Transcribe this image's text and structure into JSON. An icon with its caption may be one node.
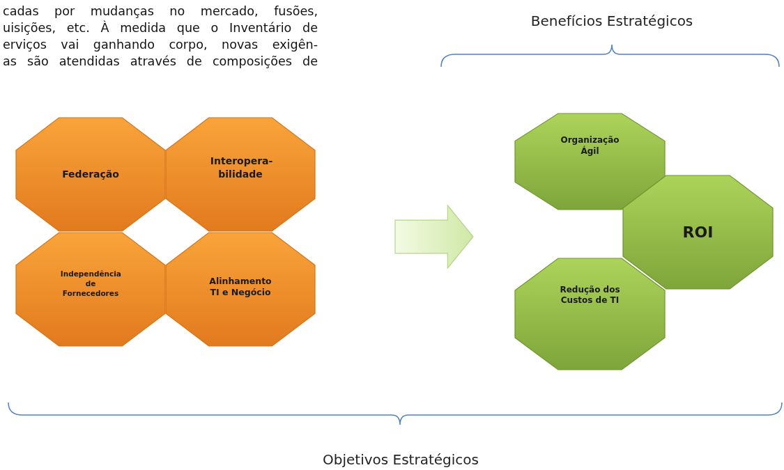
{
  "diagram": {
    "nodes": [
      {
        "text": [
          "Federação"
        ]
      },
      {
        "text": [
          "Interopera- bilidade"
        ]
      },
      {
        "text": [
          "Independência de Fornecedores"
        ]
      },
      {
        "text": [
          "Alinhamento TI e Negócio"
        ]
      },
      {
        "text": [],
        "shape": "arrow"
      },
      {
        "text": [
          "Organização Ágil"
        ]
      },
      {
        "text": [
          "ROI"
        ]
      },
      {
        "text": [
          "Redução dos Custos de TI"
        ]
      }
    ],
    "labels": [
      "cadas por mudanças no mercado, fusões,",
      "uisições, etc. À medida que o Inventário de",
      "erviços vai ganhando corpo, novas exigên-",
      "as são atendidas através de composições de",
      "Benefícios Estratégicos",
      "Objetivos Estratégicos"
    ]
  }
}
